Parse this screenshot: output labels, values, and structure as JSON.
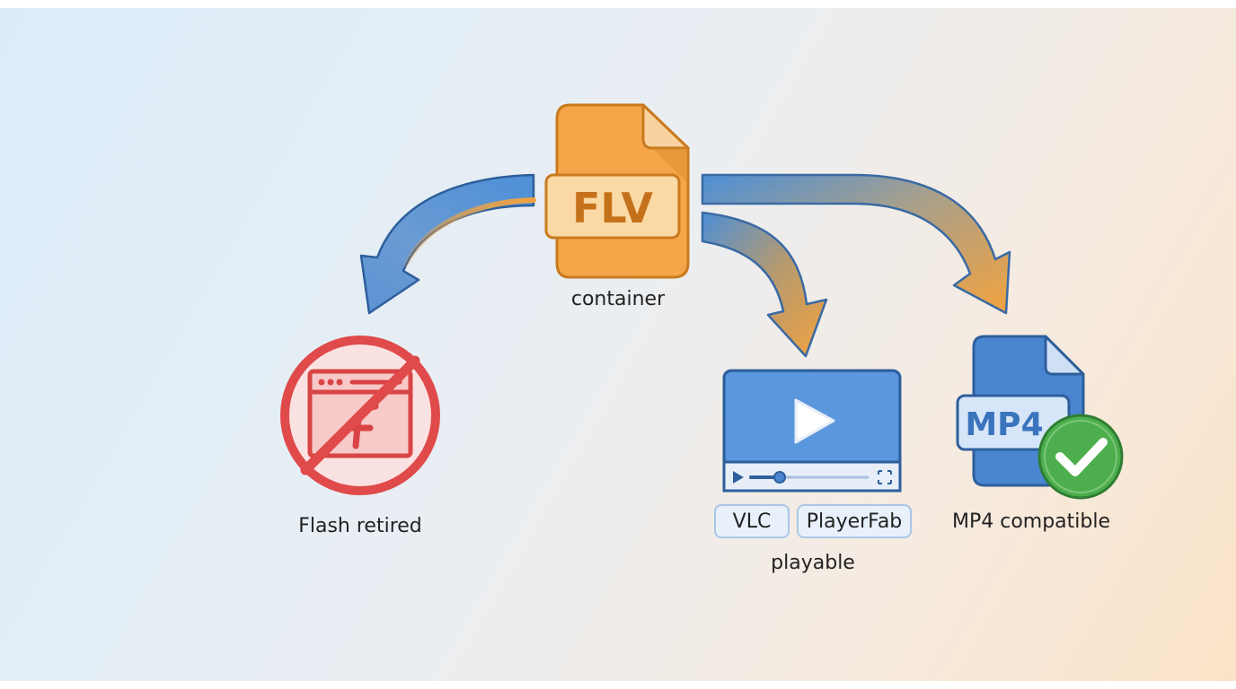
{
  "center": {
    "badge_text": "FLV",
    "caption": "container"
  },
  "outcomes": {
    "flash": {
      "caption": "Flash retired"
    },
    "player": {
      "apps": [
        "VLC",
        "PlayerFab"
      ],
      "caption": "playable"
    },
    "mp4": {
      "badge_text": "MP4",
      "caption": "MP4 compatible"
    }
  },
  "colors": {
    "flv_orange": "#f4a649",
    "arrow_blue": "#5b93d3",
    "arrow_orange": "#f0a040",
    "prohibit_red": "#e04a4a",
    "player_blue": "#4a86cf",
    "check_green": "#4cae4c"
  }
}
